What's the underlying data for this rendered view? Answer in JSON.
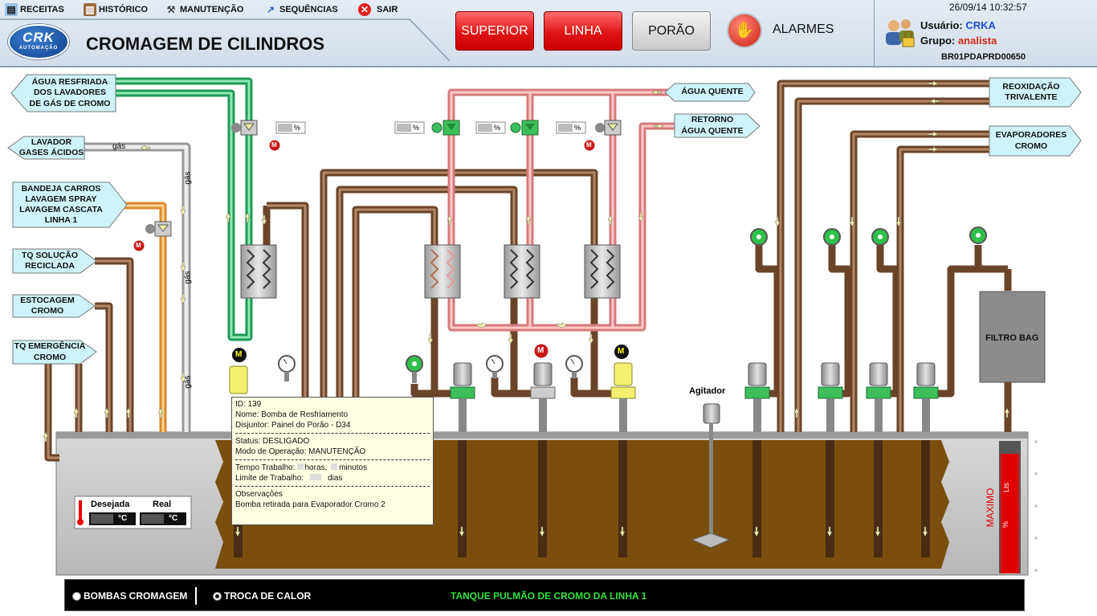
{
  "menu": {
    "receitas": "RECEITAS",
    "historico": "HISTÓRICO",
    "manutencao": "MANUTENÇÃO",
    "sequencias": "SEQUÊNCIAS",
    "sair": "SAIR"
  },
  "logo": {
    "text": "CRK",
    "sub": "AUTOMAÇÃO"
  },
  "page_title": "CROMAGEM DE CILINDROS",
  "nav": {
    "superior": "SUPERIOR",
    "linha": "LINHA",
    "porao": "PORÃO",
    "alarmes": "ALARMES"
  },
  "user": {
    "datetime": "26/09/14 10:32:57",
    "usuario_label": "Usuário:",
    "usuario": "CRKA",
    "grupo_label": "Grupo:",
    "grupo": "analista",
    "host": "BR01PDAPRD00650"
  },
  "labels": {
    "agua_resfriada": [
      "ÁGUA RESFRIADA",
      "DOS LAVADORES",
      "DE GÁS DE CROMO"
    ],
    "lavador_gases": [
      "LAVADOR",
      "GASES ÁCIDOS"
    ],
    "bandeja": [
      "BANDEJA CARROS",
      "LAVAGEM SPRAY",
      "LAVAGEM CASCATA",
      "LINHA 1"
    ],
    "tq_solucao": [
      "TQ SOLUÇÃO",
      "RECICLADA"
    ],
    "estocagem": [
      "ESTOCAGEM",
      "CROMO"
    ],
    "tq_emergencia": [
      "TQ EMERGÊNCIA",
      "CROMO"
    ],
    "agua_quente": [
      "ÁGUA QUENTE"
    ],
    "retorno_agua": [
      "RETORNO",
      "ÁGUA QUENTE"
    ],
    "reoxidacao": [
      "REOXIDAÇÃO",
      "TRIVALENTE"
    ],
    "evaporadores": [
      "EVAPORADORES",
      "CROMO"
    ],
    "filtro_bag": "FILTRO BAG",
    "agitador": "Agitador",
    "gas": "gás",
    "percent": "%"
  },
  "temperature": {
    "desejada_label": "Desejada",
    "real_label": "Real",
    "unit": "°C"
  },
  "tank_level": {
    "label": "MAXIMO",
    "percent_unit": "%",
    "liters_unit": "Lts",
    "fill_fraction": 0.9
  },
  "tooltip": {
    "id": "ID: 139",
    "nome": "Nome: Bomba de Resfriamento",
    "disjuntor": "Disjuntor: Painel do Porão - D34",
    "status": "Status: DESLIGADO",
    "modo": "Modo de Operação: MANUTENÇÃO",
    "tempo": "Tempo Trabalho:",
    "horas": "horas,",
    "minutos": "minutos",
    "limite": "Limite de Trabalho:",
    "dias": "dias",
    "obs_label": "Observações",
    "obs": "Bomba retirada para Evaporador Cromo 2"
  },
  "bottom": {
    "radio1": "BOMBAS CROMAGEM",
    "radio2": "TROCA DE CALOR",
    "title": "TANQUE PULMÃO DE CROMO DA LINHA 1",
    "selected": "radio2"
  },
  "colors": {
    "green_pipe": "#2bb56a",
    "gray_pipe": "#c8c8c8",
    "orange_pipe": "#f2a64d",
    "pink_pipe": "#ef9a9a",
    "brown_pipe": "#7b5232",
    "chrome_liquid": "#7a4e0c",
    "label_bg": "#cef4fa",
    "level_red": "#e00000"
  }
}
